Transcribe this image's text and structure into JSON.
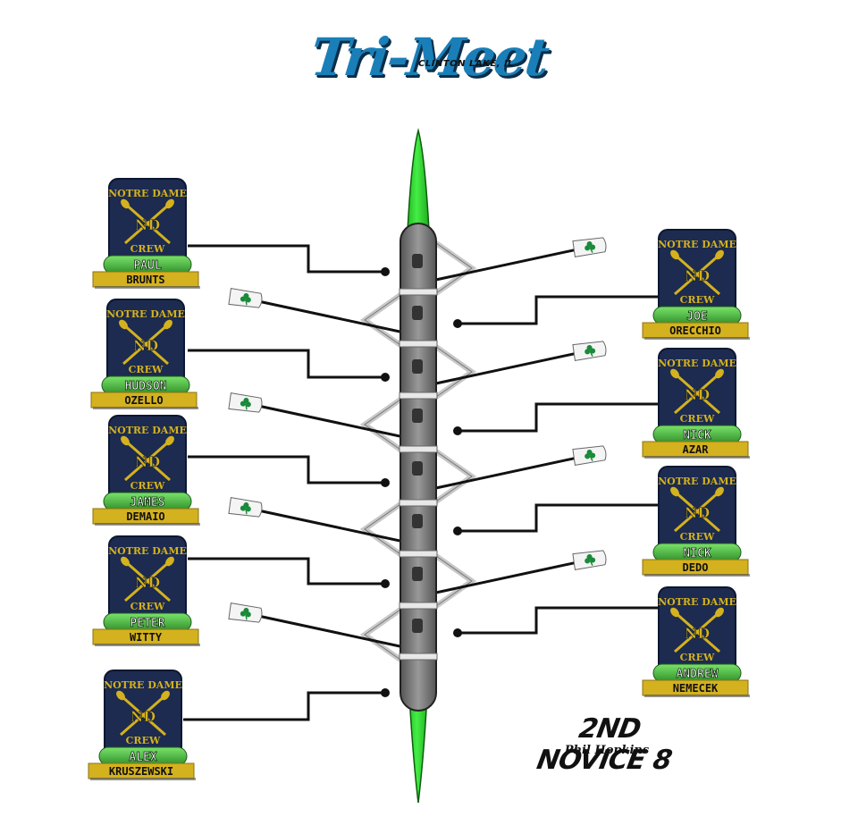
{
  "header": {
    "title": "Tri-Meet",
    "subtitle": "CLINTON LAKE, IL"
  },
  "badge": {
    "top_text": "NOTRE DAME",
    "bottom_text": "CREW",
    "monogram": "ND"
  },
  "rowers": [
    {
      "first": "PAUL",
      "last": "BRUNTS"
    },
    {
      "first": "JOE",
      "last": "ORECCHIO"
    },
    {
      "first": "HUDSON",
      "last": "OZELLO"
    },
    {
      "first": "NICK",
      "last": "AZAR"
    },
    {
      "first": "JAMES",
      "last": "DEMAIO"
    },
    {
      "first": "NICK",
      "last": "DEDO"
    },
    {
      "first": "PETER",
      "last": "WITTY"
    },
    {
      "first": "ANDREW",
      "last": "NEMECEK"
    },
    {
      "first": "ALEX",
      "last": "KRUSZEWSKI"
    }
  ],
  "boat": {
    "name": "2ND NOVICE 8",
    "coach": "Phil Hopkins"
  },
  "colors": {
    "navy": "#1c2b4f",
    "gold": "#d4b11e",
    "hull_green": "#22dd22",
    "blade_white": "#f4f4f4",
    "shamrock": "#1a8a3a"
  },
  "icons": {
    "blade": "shamrock-icon",
    "badge": "nd-crossed-oars-icon"
  }
}
